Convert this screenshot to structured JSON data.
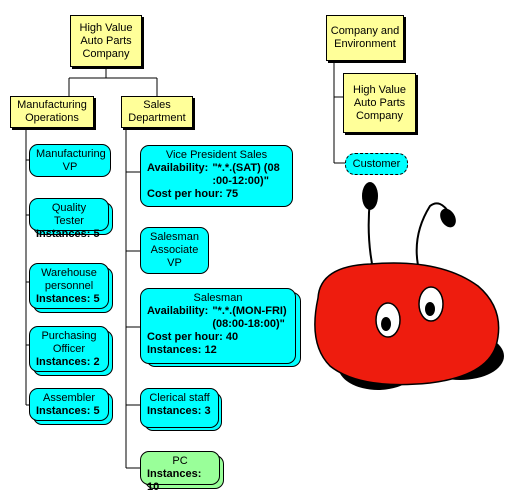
{
  "colors": {
    "yellow": "#ffff99",
    "cyan": "#00ffff",
    "green": "#99ff99",
    "bug_body": "#ee1c0e",
    "bug_shadow": "#000000"
  },
  "left_tree": {
    "root": "High Value\nAuto Parts\nCompany",
    "manufacturing": {
      "title": "Manufacturing\nOperations",
      "items": [
        {
          "name": "Manufacturing\nVP",
          "instances_label": "",
          "instances": ""
        },
        {
          "name": "Quality Tester",
          "instances_label": "Instances:",
          "instances": "5"
        },
        {
          "name": "Warehouse\npersonnel",
          "instances_label": "Instances:",
          "instances": "5"
        },
        {
          "name": "Purchasing\nOfficer",
          "instances_label": "Instances:",
          "instances": "2"
        },
        {
          "name": "Assembler",
          "instances_label": "Instances:",
          "instances": "5"
        }
      ]
    },
    "sales": {
      "title": "Sales\nDepartment",
      "vp_sales": {
        "name": "Vice President Sales",
        "availability_label": "Availability:",
        "availability": "\"*.*.(SAT) (08\n:00-12:00)\"",
        "cost_label": "Cost per hour:",
        "cost": "75"
      },
      "salesman_vp": {
        "name": "Salesman\nAssociate\nVP"
      },
      "salesman": {
        "name": "Salesman",
        "availability_label": "Availability:",
        "availability": "\"*.*.(MON-FRI)\n(08:00-18:00)\"",
        "cost_label": "Cost per hour:",
        "cost": "40",
        "instances_label": "Instances:",
        "instances": "12"
      },
      "clerical": {
        "name": "Clerical staff",
        "instances_label": "Instances:",
        "instances": "3"
      },
      "pc": {
        "name": "PC",
        "instances_label": "Instances:",
        "instances": "10"
      }
    }
  },
  "right_tree": {
    "root": "Company and\nEnvironment",
    "company": "High Value\nAuto Parts\nCompany",
    "customer": "Customer"
  }
}
